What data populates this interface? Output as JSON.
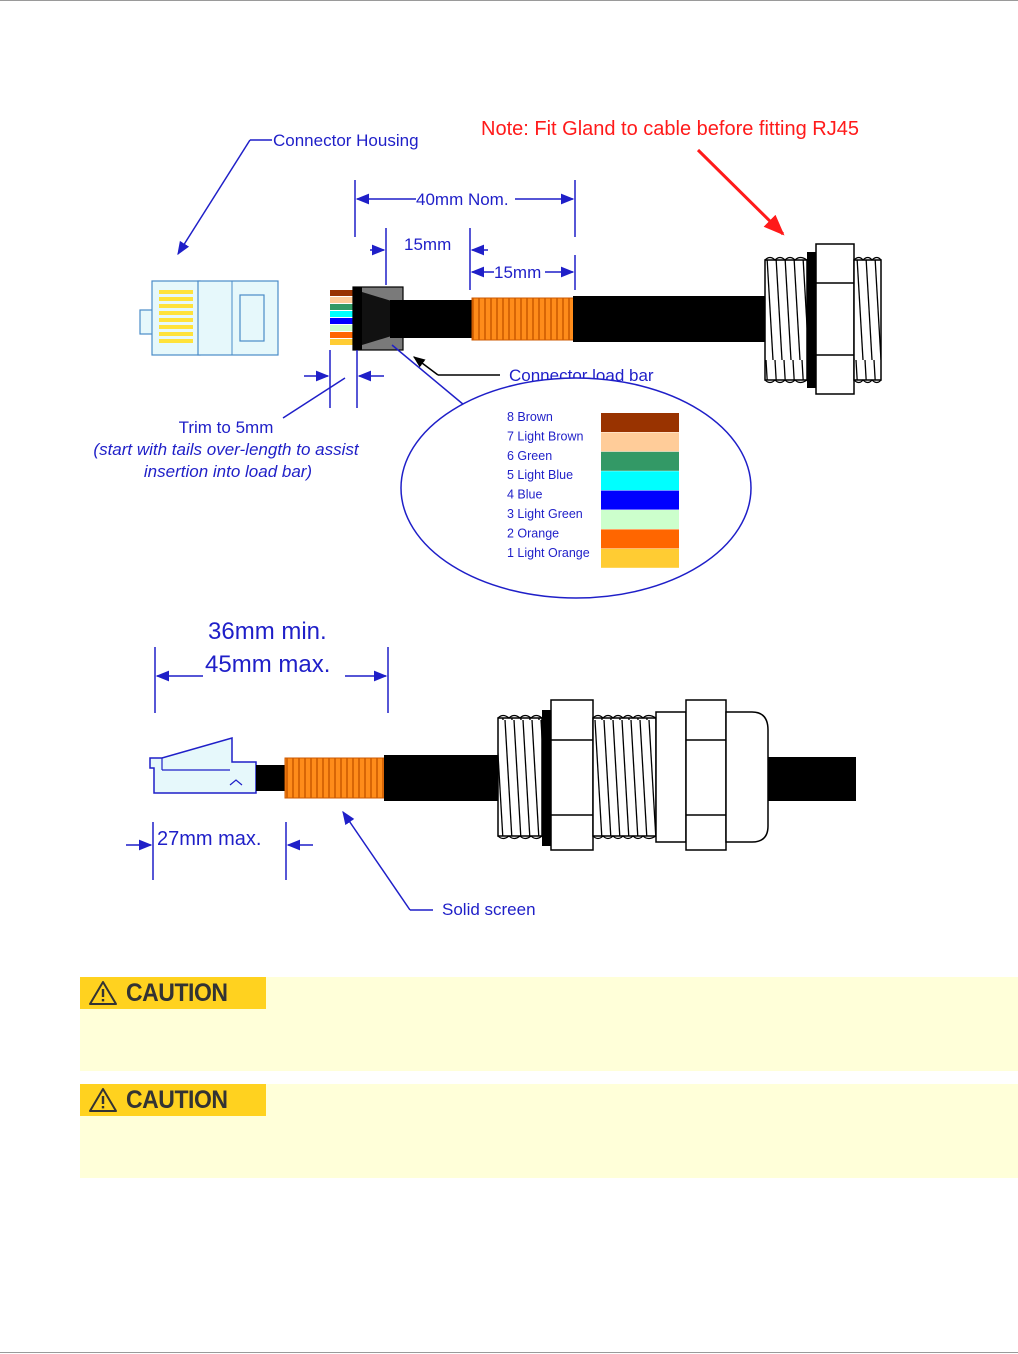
{
  "labels": {
    "connector_housing": "Connector Housing",
    "note": "Note: Fit Gland to cable before fitting RJ45",
    "dim_40mm": "40mm Nom.",
    "dim_15mm_a": "15mm",
    "dim_15mm_b": "15mm",
    "connector_load_bar": "Connector load bar",
    "trim_line1": "Trim to 5mm",
    "trim_line2": "(start with tails over-length to assist",
    "trim_line3": "insertion into load bar)",
    "dim_36mm": "36mm min.",
    "dim_45mm": "45mm max.",
    "dim_27mm": "27mm max.",
    "solid_screen": "Solid screen"
  },
  "wire_legend": [
    {
      "label": "8 Brown",
      "color": "#993300"
    },
    {
      "label": "7 Light Brown",
      "color": "#ffcc99"
    },
    {
      "label": "6 Green",
      "color": "#339966"
    },
    {
      "label": "5 Light Blue",
      "color": "#00ffff"
    },
    {
      "label": "4 Blue",
      "color": "#0000ff"
    },
    {
      "label": "3 Light Green",
      "color": "#ccffcc"
    },
    {
      "label": "2 Orange",
      "color": "#ff6600"
    },
    {
      "label": "1 Light Orange",
      "color": "#ffcc33"
    }
  ],
  "cautions": [
    {
      "label": "CAUTION"
    },
    {
      "label": "CAUTION"
    }
  ],
  "colors": {
    "annotation_blue": "#1f1fc8",
    "note_red": "#ff1a1a",
    "screen_orange": "#ff8c1a",
    "housing_cyan": "#e6f8fb",
    "housing_pins": "#ffe23a",
    "caution_tag": "#ffd21f",
    "caution_bg": "#ffffd9"
  }
}
